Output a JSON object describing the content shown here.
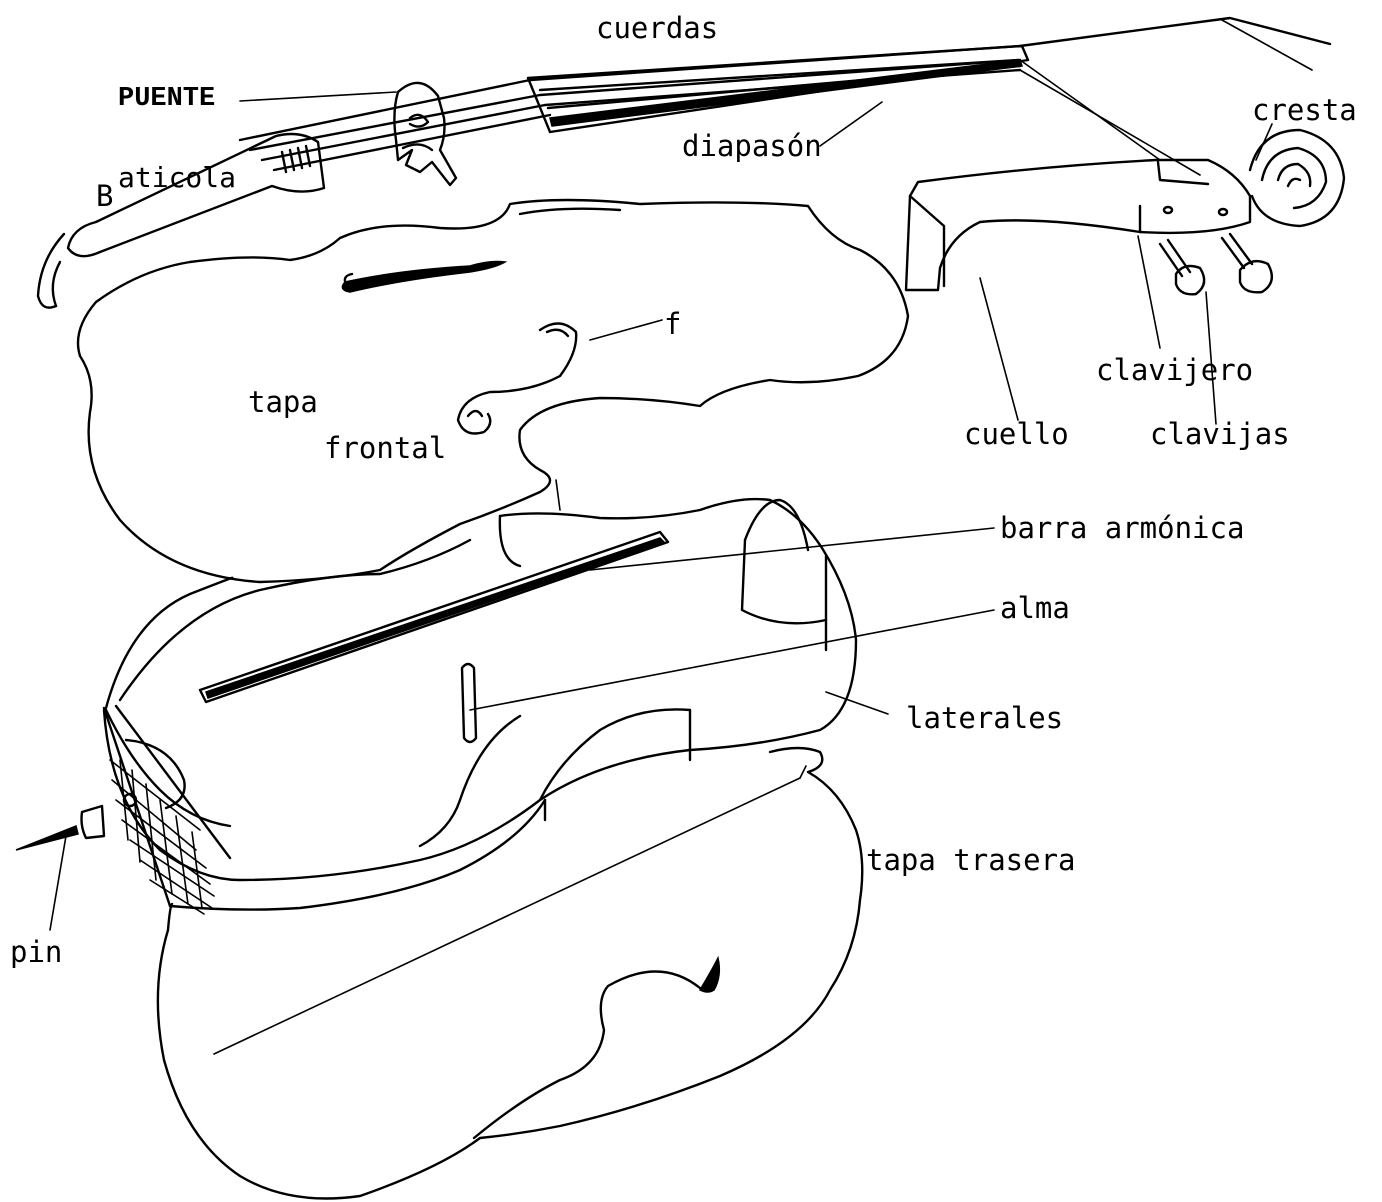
{
  "labels": {
    "cuerdas": "cuerdas",
    "puente": "PUENTE",
    "diapason": "diapasón",
    "cresta": "cresta",
    "baticola_initial": "B",
    "baticola_rest": "aticola",
    "f": "f",
    "tapa": "tapa",
    "frontal": "frontal",
    "clavijero": "clavijero",
    "cuello": "cuello",
    "clavijas": "clavijas",
    "barra_armonica": "barra armónica",
    "alma": "alma",
    "laterales": "laterales",
    "tapa_trasera": "tapa trasera",
    "pin": "pin"
  },
  "colors": {
    "ink": "#000000",
    "paper": "#ffffff"
  }
}
